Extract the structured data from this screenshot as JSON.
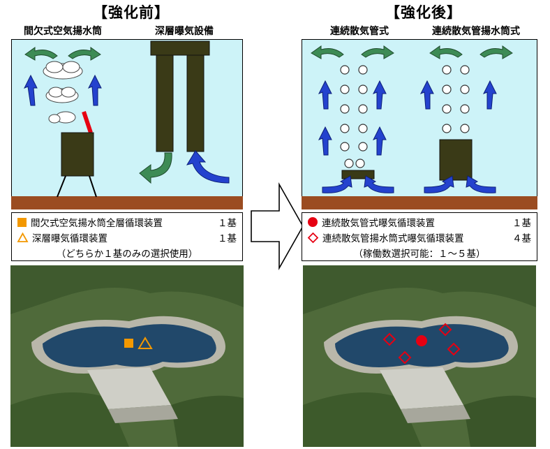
{
  "before": {
    "heading": "【強化前】",
    "label_left": "間欠式空気揚水筒",
    "label_right": "深層曝気設備",
    "legend": [
      {
        "icon": "square",
        "text": "間欠式空気揚水筒全層循環装置",
        "count": "１基"
      },
      {
        "icon": "triangle",
        "text": "深層曝気循環装置",
        "count": "１基"
      }
    ],
    "note": "（どちらか１基のみの選択使用）"
  },
  "after": {
    "heading": "【強化後】",
    "label_left": "連続散気管式",
    "label_right": "連続散気管揚水筒式",
    "legend": [
      {
        "icon": "circle",
        "text": "連続散気管式曝気循環装置",
        "count": "１基"
      },
      {
        "icon": "diamond",
        "text": "連続散気管揚水筒式曝気循環装置",
        "count": "４基"
      }
    ],
    "note": "（稼働数選択可能：１～５基）"
  },
  "colors": {
    "water": "#cdf3f8",
    "lakebed": "#9b4c21",
    "structure": "#3a3a17",
    "blue_arrow": "#2442ce",
    "green_arrow": "#3d8b55",
    "orange": "#f39800",
    "red": "#e60012"
  }
}
